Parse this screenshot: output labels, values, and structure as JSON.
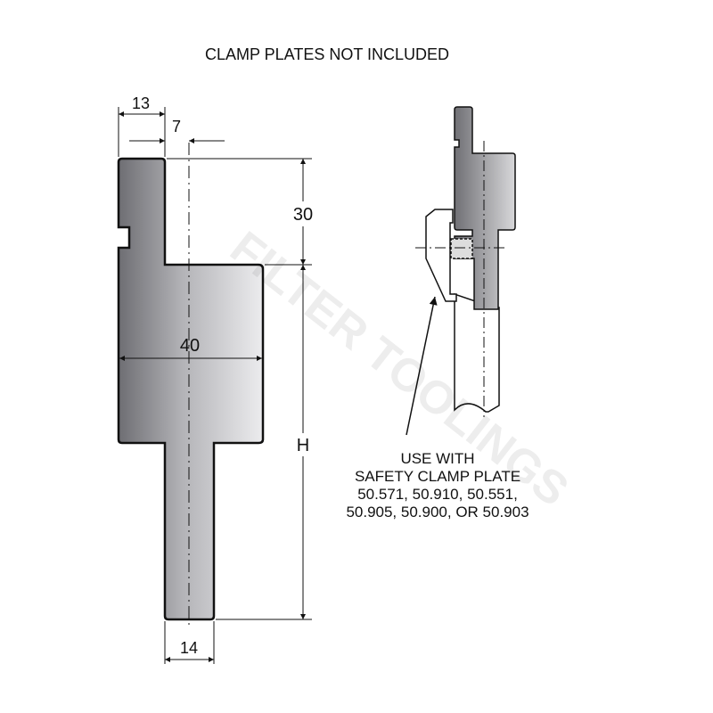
{
  "title": "CLAMP PLATES NOT INCLUDED",
  "dimensions": {
    "d13": "13",
    "d7": "7",
    "d30": "30",
    "d40": "40",
    "dH": "H",
    "d14": "14"
  },
  "note": [
    "USE WITH",
    "SAFETY CLAMP PLATE",
    "50.571, 50.910, 50.551,",
    "50.905, 50.900, OR 50.903"
  ],
  "watermark": "FILTER TOOLINGS",
  "colors": {
    "steel_dark": "#6e6e73",
    "steel_light": "#e4e4e6",
    "line": "#111111"
  }
}
